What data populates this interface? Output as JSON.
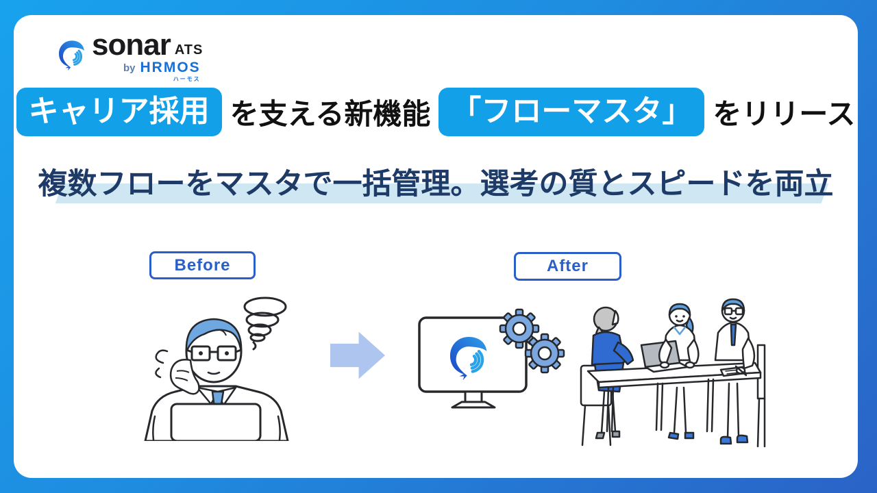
{
  "page": {
    "type": "announcement-banner",
    "language": "ja"
  },
  "colors": {
    "bg-gradient-start": "#18a2ee",
    "bg-gradient-end": "#2a63c6",
    "card": "#ffffff",
    "highlight-box": "#12a0e9",
    "headline-text": "#111111",
    "subheadline-text": "#1e3a66",
    "subheadline-marker": "#cfe7f3",
    "accent-blue": "#2a5fc8",
    "arrow": "#aec6ef",
    "hrmos-blue": "#1b6fd4"
  },
  "logo": {
    "brand": "sonar",
    "product_suffix": "ATS",
    "by": "by",
    "company": "HRMOS",
    "company_kana": "ハーモス"
  },
  "headline": {
    "highlight1": "キャリア採用",
    "middle": "を支える新機能",
    "highlight2": "「フローマスタ」",
    "end": "をリリース"
  },
  "subheadline": {
    "text": "複数フローをマスタで一括管理。選考の質とスピードを両立"
  },
  "comparison": {
    "before_label": "Before",
    "after_label": "After"
  },
  "icons": [
    "dolphin-sonar-logo-icon",
    "tornado-scribble-icon",
    "sigh-puff-icon",
    "stressed-person-illustration",
    "arrow-right-icon",
    "monitor-icon",
    "gear-icon",
    "interview-scene-illustration"
  ]
}
